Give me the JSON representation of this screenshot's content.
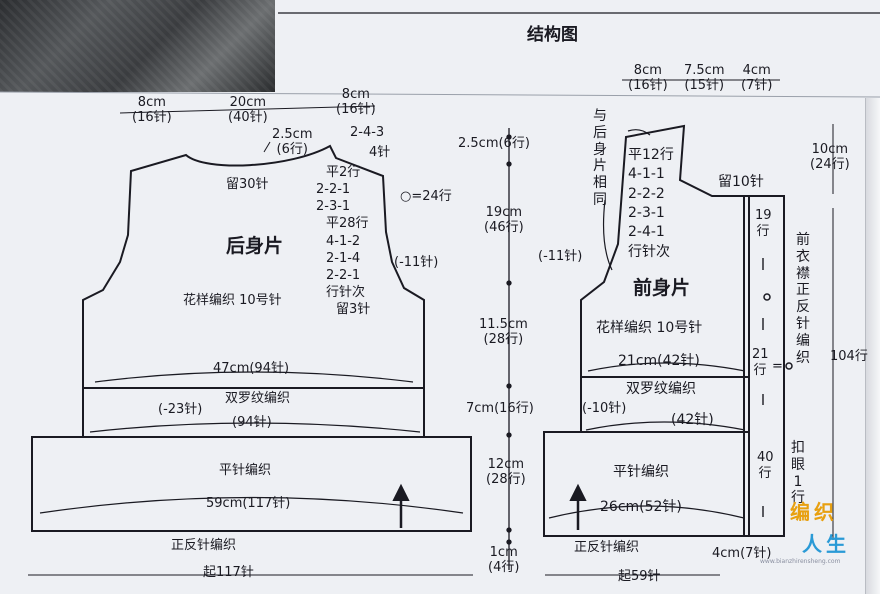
{
  "title": "结构图",
  "back": {
    "name": "后身片",
    "top_left": [
      "8cm",
      "(16针)"
    ],
    "top_mid": [
      "20cm",
      "(40针)"
    ],
    "top_right": [
      "8cm",
      "(16针)"
    ],
    "neck_depth": [
      "2.5cm",
      "(6行)"
    ],
    "neck_dec": "2-4-3",
    "neck_dec2": "4针",
    "center_cast": "留30针",
    "armhole_lines": [
      "平2行",
      "2-2-1",
      "2-3-1",
      "平28行",
      "4-1-2",
      "2-1-4",
      "2-2-1",
      "行针次"
    ],
    "armhole_bind": "留3针",
    "armhole_total": "(-11针)",
    "pattern": "花样编织  10号针",
    "width": "47cm(94针)",
    "dec": "(-23针)",
    "rib_label": "双罗纹编织",
    "rib_count": "(94针)",
    "hem_label": "平针编织",
    "hem_width": "59cm(117针)",
    "border": "正反针编织",
    "cast_on": "起117针"
  },
  "middle": {
    "row_sym": "○=24行",
    "h1": "2.5cm(6行)",
    "h2": [
      "19cm",
      "(46行)"
    ],
    "h3": [
      "11.5cm",
      "(28行)"
    ],
    "h4": "7cm(16行)",
    "h5": [
      "12cm",
      "(28行)"
    ],
    "h6": [
      "1cm",
      "(4行)"
    ]
  },
  "front": {
    "name": "前身片",
    "top_left": [
      "8cm",
      "(16针)"
    ],
    "top_mid": [
      "7.5cm",
      "(15针)"
    ],
    "top_right": [
      "4cm",
      "(7针)"
    ],
    "same_as_back": [
      "与",
      "后",
      "身",
      "片",
      "相",
      "同"
    ],
    "lines": [
      "平12行",
      "4-1-1",
      "2-2-2",
      "2-3-1",
      "2-4-1",
      "行针次"
    ],
    "armhole_total": "(-11针)",
    "bind_off": "留10针",
    "placket_19": [
      "19",
      "行"
    ],
    "placket_21": [
      "21",
      "行"
    ],
    "placket_40": [
      "40",
      "行"
    ],
    "placket_eq": "=",
    "pattern": "花样编织  10号针",
    "width": "21cm(42针)",
    "rib_label": "双罗纹编织",
    "dec": "(-10针)",
    "rib_count": "(42针)",
    "hem_label": "平针编织",
    "hem_width": "26cm(52针)",
    "border": "正反针编织",
    "cast_on": "起59针",
    "placket_width": "4cm(7针)",
    "placket_label": [
      "前",
      "衣",
      "襟",
      "正",
      "反",
      "针",
      "编",
      "织"
    ],
    "buttonhole": [
      "扣",
      "眼",
      "1",
      "行"
    ],
    "neck_h": [
      "10cm",
      "(24行)"
    ],
    "total_rows": "104行"
  },
  "watermark": {
    "chars": [
      "编",
      "织",
      "人",
      "生"
    ],
    "url": "www.bianzhirensheng.com"
  }
}
